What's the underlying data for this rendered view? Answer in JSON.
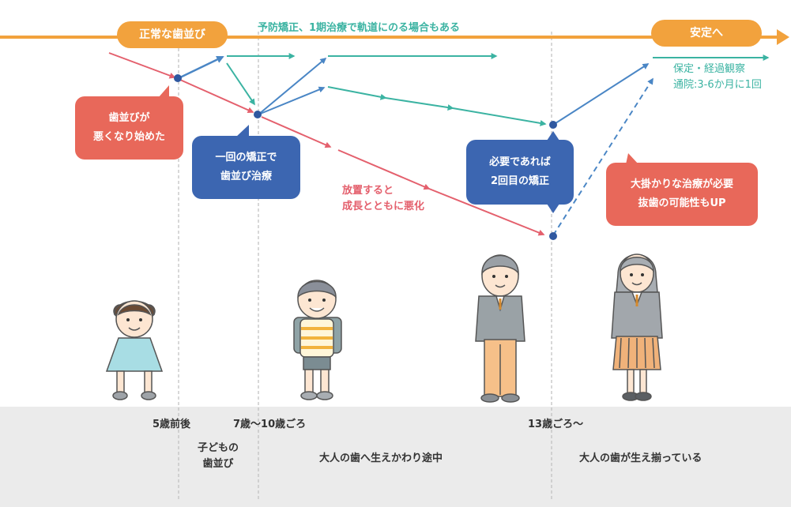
{
  "top_line": {
    "start_label": "正常な歯並び",
    "end_label": "安定へ",
    "note": "予防矯正、1期治療で軌道にのる場合もある"
  },
  "annotations": {
    "maintenance": [
      "保定・経過観察",
      "通院:3-6か月に1回"
    ],
    "neglect": [
      "放置すると",
      "成長とともに悪化"
    ]
  },
  "callouts": {
    "worsening": [
      "歯並びが",
      "悪くなり始めた"
    ],
    "first_treatment": [
      "一回の矯正で",
      "歯並び治療"
    ],
    "second_treatment": [
      "必要であれば",
      "2回目の矯正"
    ],
    "major_treatment": [
      "大掛かりな治療が必要",
      "抜歯の可能性もUP"
    ]
  },
  "timeline": {
    "ages": [
      "5歳前後",
      "7歳〜10歳ごろ",
      "13歳ごろ〜"
    ],
    "stages": {
      "child": [
        "子どもの",
        "歯並び"
      ],
      "mixed": "大人の歯へ生えかわり途中",
      "adult": "大人の歯が生え揃っている"
    }
  },
  "colors": {
    "orange": "#f2a23d",
    "teal": "#3bb3a2",
    "blue": "#4a86c5",
    "red": "#e4606d",
    "callout_orange": "#e8685a",
    "callout_blue": "#3c66b1",
    "ground": "#ebebeb"
  }
}
